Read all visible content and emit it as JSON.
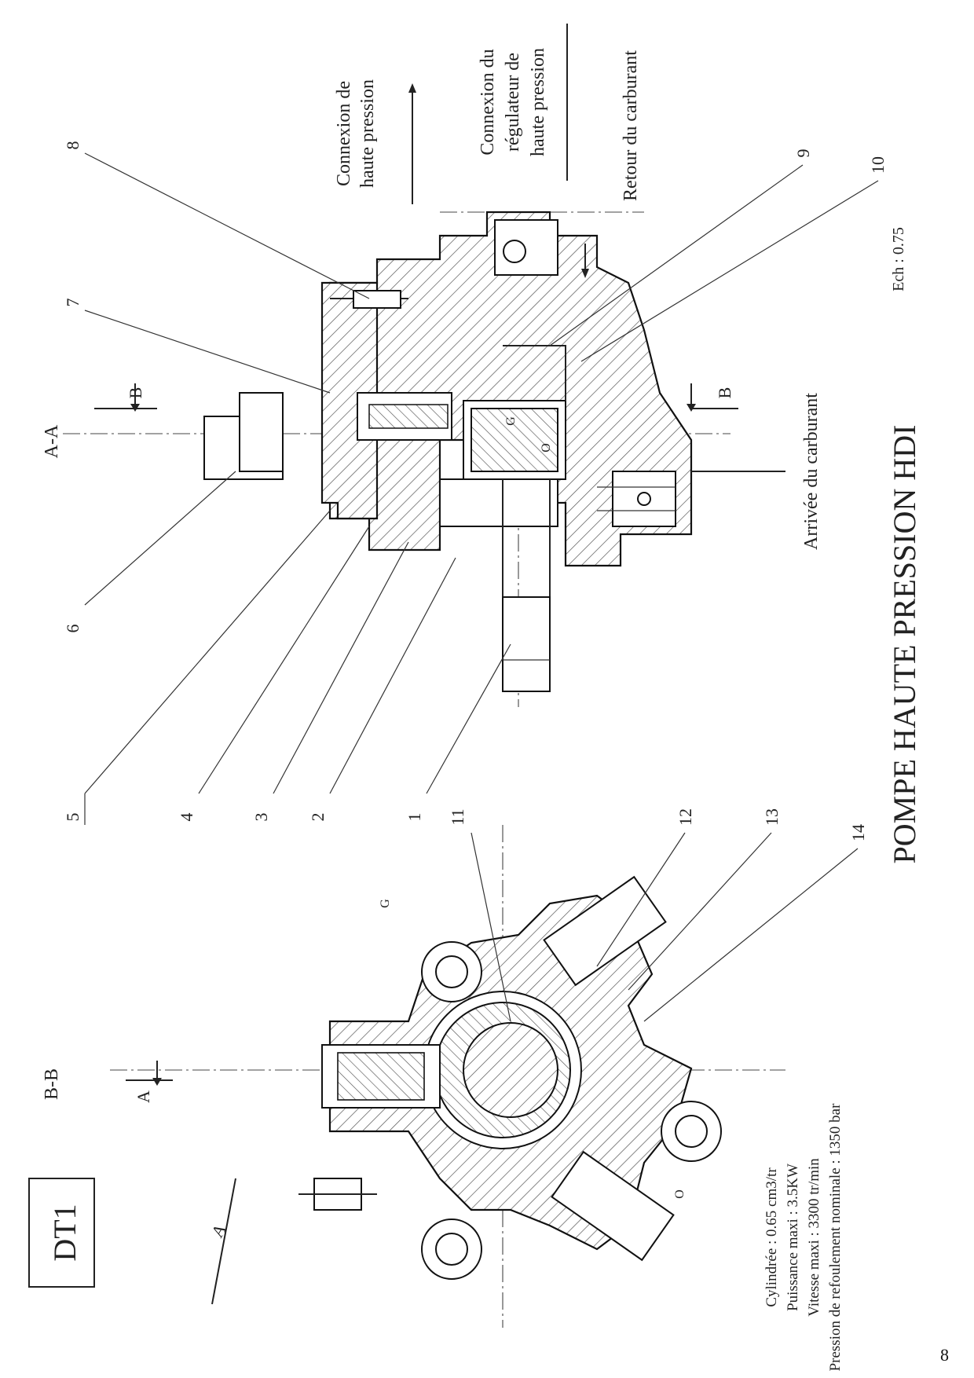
{
  "sheet_tag": "DT1",
  "title": "POMPE HAUTE PRESSION HDI",
  "scale": "Ech : 0.75",
  "page_number": "8",
  "views": {
    "section_aa": "A-A",
    "section_bb": "B-B"
  },
  "section_marks": {
    "b_cut": "B",
    "a_cut": "A"
  },
  "point_labels": {
    "g": "G",
    "o": "O"
  },
  "annotations": {
    "connexion_haute_pression": [
      "Connexion de",
      "haute pression"
    ],
    "connexion_regulateur": [
      "Connexion du",
      "régulateur de",
      "haute pression"
    ],
    "retour_carburant": "Retour du carburant",
    "arrivee_carburant": "Arrivée du carburant"
  },
  "specs": [
    "Cylindrée : 0.65 cm3/tr",
    "Puissance maxi : 3.5KW",
    "Vitesse maxi : 3300 tr/min",
    "Pression de refoulement nominale : 1350 bar"
  ],
  "callouts": [
    "1",
    "2",
    "3",
    "4",
    "5",
    "6",
    "7",
    "8",
    "9",
    "10",
    "11",
    "12",
    "13",
    "14"
  ]
}
